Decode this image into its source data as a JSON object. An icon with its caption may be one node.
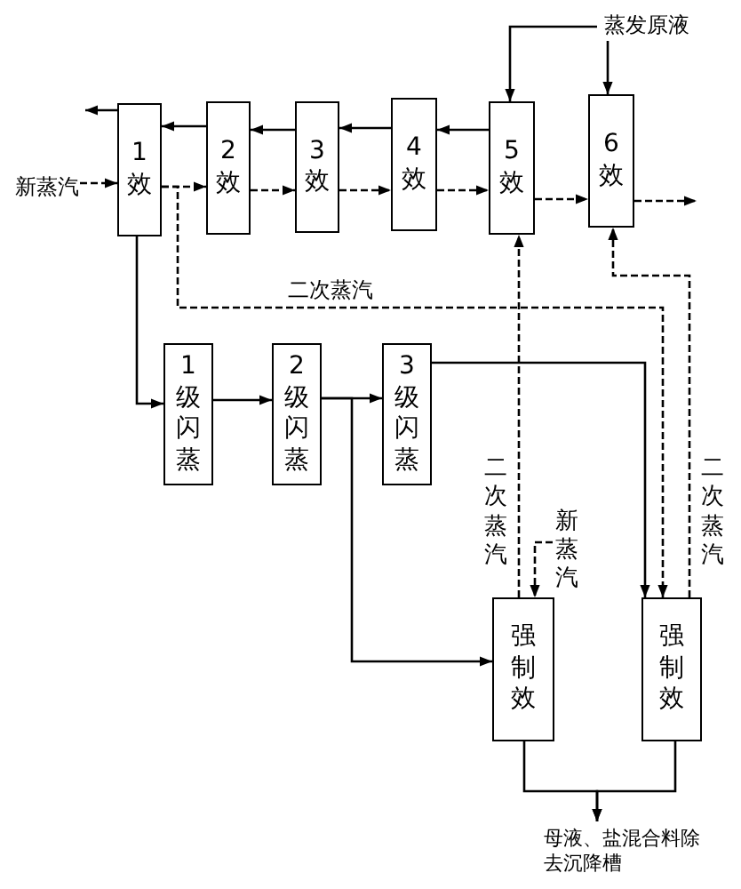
{
  "diagram": {
    "nodes": [
      {
        "text": [
          "新蒸汽"
        ]
      },
      {
        "text": [
          "1效"
        ]
      },
      {
        "text": [
          "2效"
        ]
      },
      {
        "text": [
          "3效"
        ]
      },
      {
        "text": [
          "4效"
        ]
      },
      {
        "text": [
          "5效"
        ]
      },
      {
        "text": [
          "6效"
        ]
      },
      {
        "text": [
          "蒸发原液"
        ]
      },
      {
        "text": [
          "1级闪蒸"
        ]
      },
      {
        "text": [
          "2级闪蒸"
        ]
      },
      {
        "text": [
          "3级闪蒸"
        ]
      },
      {
        "text": [
          "新蒸汽"
        ]
      },
      {
        "text": [
          "强制效"
        ]
      },
      {
        "text": [
          "强制效"
        ]
      },
      {
        "text": [
          "母液、盐混合料除去沉降槽"
        ]
      }
    ],
    "edges": [
      {
        "from": 1,
        "to": null,
        "arrow": "to"
      },
      {
        "from": 2,
        "to": 1,
        "arrow": "to"
      },
      {
        "from": 3,
        "to": 2,
        "arrow": "to"
      },
      {
        "from": 4,
        "to": 3,
        "arrow": "to"
      },
      {
        "from": 5,
        "to": 4,
        "arrow": "to"
      },
      {
        "from": 0,
        "to": 1,
        "arrow": "to",
        "style": "dashed"
      },
      {
        "from": 1,
        "to": 2,
        "arrow": "to",
        "style": "dashed"
      },
      {
        "from": 2,
        "to": 3,
        "arrow": "to",
        "style": "dashed"
      },
      {
        "from": 3,
        "to": 4,
        "arrow": "to",
        "style": "dashed"
      },
      {
        "from": 4,
        "to": 5,
        "arrow": "to",
        "style": "dashed"
      },
      {
        "from": 5,
        "to": 6,
        "arrow": "to",
        "style": "dashed"
      },
      {
        "from": 6,
        "to": null,
        "arrow": "to",
        "style": "dashed"
      },
      {
        "from": 7,
        "to": 5,
        "arrow": "to"
      },
      {
        "from": 7,
        "to": 6,
        "arrow": "to"
      },
      {
        "from": 1,
        "to": 8,
        "arrow": "to"
      },
      {
        "from": 8,
        "to": 9,
        "arrow": "to"
      },
      {
        "from": 9,
        "to": 10,
        "arrow": "to"
      },
      {
        "from": 9,
        "to": 12,
        "arrow": "to"
      },
      {
        "from": 10,
        "to": 13,
        "arrow": "to"
      },
      {
        "from": 1,
        "to": 13,
        "arrow": "to",
        "style": "dashed",
        "label": "二次蒸汽"
      },
      {
        "from": 12,
        "to": 5,
        "arrow": "to",
        "style": "dashed",
        "label": "二次蒸汽"
      },
      {
        "from": 13,
        "to": 6,
        "arrow": "to",
        "style": "dashed",
        "label": "二次蒸汽"
      },
      {
        "from": 11,
        "to": 12,
        "arrow": "to",
        "style": "dashed"
      },
      {
        "from": 12,
        "to": 14,
        "arrow": "to"
      },
      {
        "from": 13,
        "to": 14,
        "arrow": "to"
      }
    ]
  }
}
